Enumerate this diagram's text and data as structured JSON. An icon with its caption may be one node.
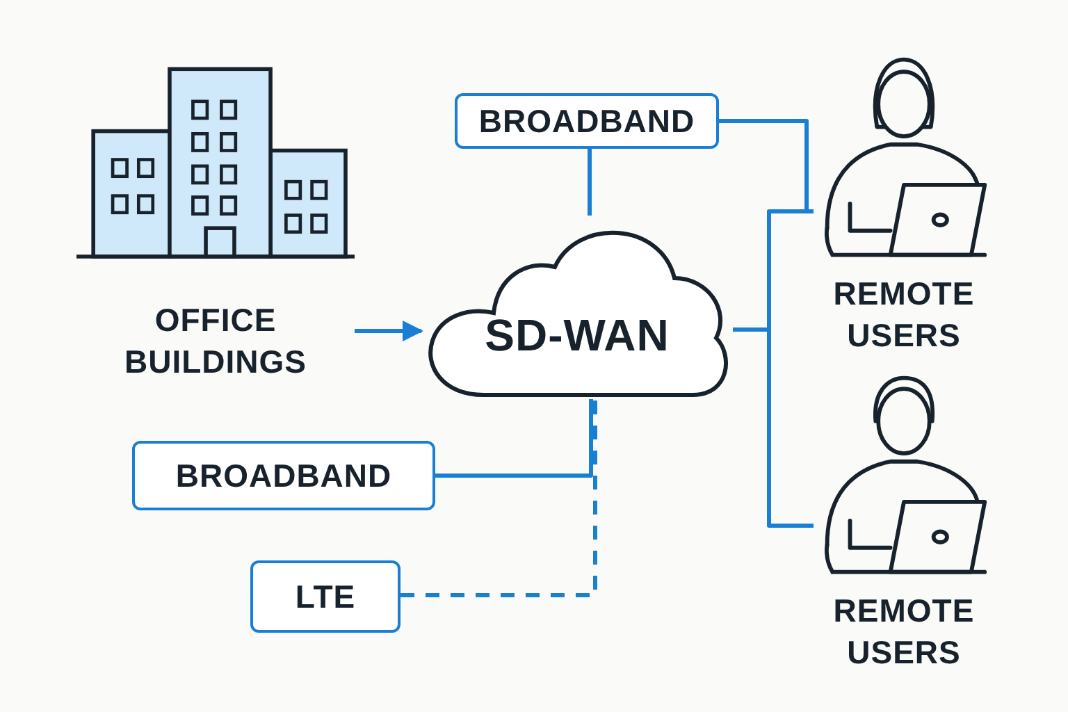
{
  "diagram": {
    "nodes": [
      {
        "text": [
          "OFFICE BUILDINGS"
        ]
      },
      {
        "text": [
          "BROADBAND"
        ]
      },
      {
        "text": [
          "SD-WAN"
        ]
      },
      {
        "text": [
          "REMOTE USERS"
        ]
      },
      {
        "text": [
          "REMOTE USERS"
        ]
      },
      {
        "text": [
          "BROADBAND"
        ]
      },
      {
        "text": [
          "LTE"
        ]
      }
    ],
    "edges": [
      {
        "from": 0,
        "to": 2,
        "arrow": "to"
      },
      {
        "from": 1,
        "to": 2,
        "arrow": "none"
      },
      {
        "from": 1,
        "to": 3,
        "arrow": "none"
      },
      {
        "from": 2,
        "to": 3,
        "arrow": "none"
      },
      {
        "from": 2,
        "to": 4,
        "arrow": "none"
      },
      {
        "from": 5,
        "to": 2,
        "arrow": "none"
      },
      {
        "from": 6,
        "to": 2,
        "arrow": "none",
        "style": "dashed"
      }
    ]
  }
}
